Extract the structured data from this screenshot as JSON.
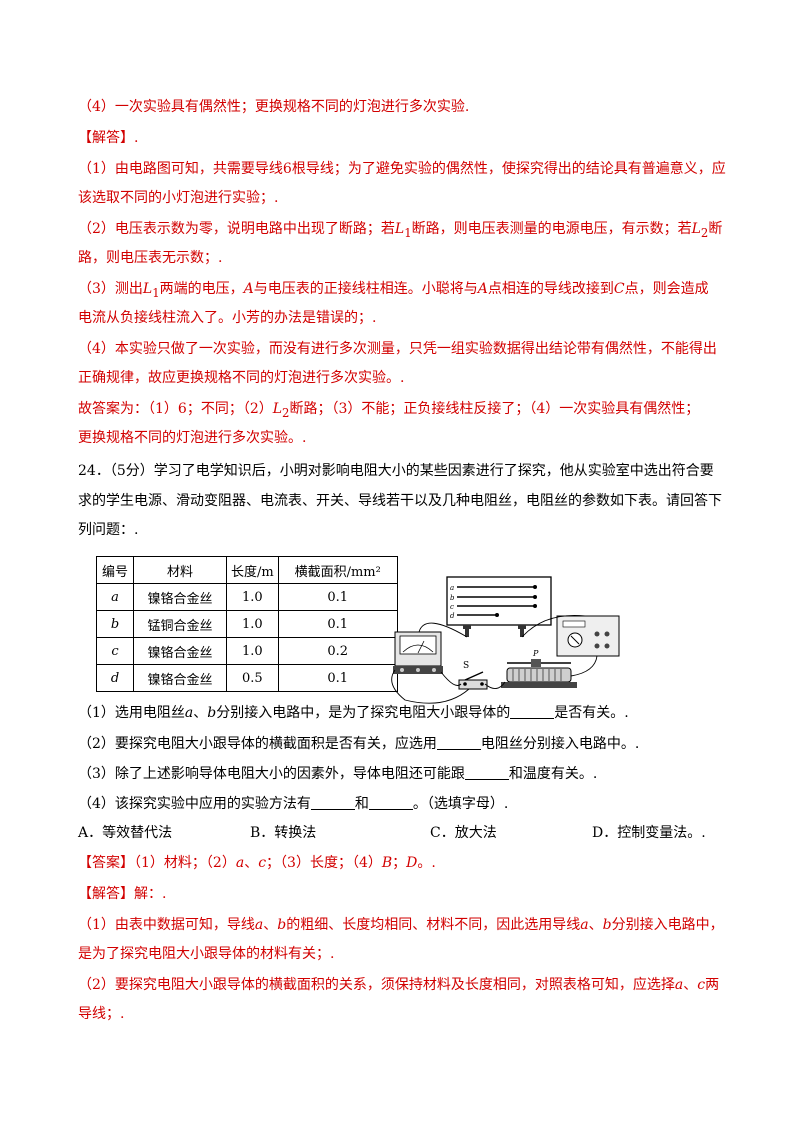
{
  "prev_question": {
    "item4": "（4）一次实验具有偶然性；更换规格不同的灯泡进行多次实验.",
    "analysis_label": "【解答】.",
    "a1_l1": "（1）由电路图可知，共需要导线6根导线；为了避免实验的偶然性，使探究得出的结论具有普遍意义，应",
    "a1_l2": "该选取不同的小灯泡进行实验；.",
    "a2_l1_a": "（2）电压表示数为零，说明电路中出现了断路；若",
    "a2_l1_b": "断路，则电压表测量的电源电压，有示数；若",
    "a2_l1_c": "断",
    "a2_l2": "路，则电压表无示数；.",
    "a3_l1_a": "（3）测出",
    "a3_l1_b": "两端的电压，",
    "a3_l1_c": "与电压表的正接线柱相连。小聪将与",
    "a3_l1_d": "点相连的导线改接到",
    "a3_l1_e": "点，则会造成",
    "a3_l2": "电流从负接线柱流入了。小芳的办法是错误的；.",
    "a4_l1": "（4）本实验只做了一次实验，而没有进行多次测量，只凭一组实验数据得出结论带有偶然性，不能得出",
    "a4_l2": "正确规律，故应更换规格不同的灯泡进行多次实验。.",
    "final_l1_a": "故答案为：（1）6；不同；（2）",
    "final_l1_b": "断路；（3）不能；正负接线柱反接了；（4）一次实验具有偶然性；",
    "final_l2": "更换规格不同的灯泡进行多次实验。.",
    "L": "L",
    "sub1": "1",
    "sub2": "2",
    "A": "A",
    "C": "C"
  },
  "question24": {
    "stem_l1": "24．（5分）学习了电学知识后，小明对影响电阻大小的某些因素进行了探究，他从实验室中选出符合要",
    "stem_l2": "求的学生电源、滑动变阻器、电流表、开关、导线若干以及几种电阻丝，电阻丝的参数如下表。请回答下",
    "stem_l3": "列问题：.",
    "table": {
      "headers": [
        "编号",
        "材料",
        "长度/m",
        "横截面积/mm²"
      ],
      "rows": [
        [
          "a",
          "镍铬合金丝",
          "1.0",
          "0.1"
        ],
        [
          "b",
          "锰铜合金丝",
          "1.0",
          "0.1"
        ],
        [
          "c",
          "镍铬合金丝",
          "1.0",
          "0.2"
        ],
        [
          "d",
          "镍铬合金丝",
          "0.5",
          "0.1"
        ]
      ]
    },
    "figure_labels": {
      "wire_a": "a",
      "wire_b": "b",
      "wire_c": "c",
      "wire_d": "d",
      "switch": "S",
      "slider": "P"
    },
    "q1_a": "（1）选用电阻丝",
    "q1_b": "、",
    "q1_c": "分别接入电路中，是为了探究电阻大小跟导体的",
    "q1_d": "是否有关。.",
    "q2_a": "（2）要探究电阻大小跟导体的横截面积是否有关，应选用",
    "q2_b": "电阻丝分别接入电路中。.",
    "q3_a": "（3）除了上述影响导体电阻大小的因素外，导体电阻还可能跟",
    "q3_b": "和温度有关。.",
    "q4_a": "（4）该探究实验中应用的实验方法有",
    "q4_b": "和",
    "q4_c": "。（选填字母）.",
    "options": [
      "A．等效替代法",
      "B．转换法",
      "C．放大法",
      "D．控制变量法。."
    ],
    "answer_label": "【答案】",
    "answer_a": "（1）材料；（2）",
    "answer_b": "、",
    "answer_c": "；（3）长度；（4）",
    "answer_d": "；",
    "answer_e": "。.",
    "B": "B",
    "D": "D",
    "analysis_label": "【解答】解：.",
    "s1_l1_a": "（1）由表中数据可知，导线",
    "s1_l1_b": "、",
    "s1_l1_c": "的粗细、长度均相同、材料不同，因此选用导线",
    "s1_l1_d": "、",
    "s1_l1_e": "分别接入电路中，",
    "s1_l2": "是为了探究电阻大小跟导体的材料有关；.",
    "s2_l1_a": "（2）要探究电阻大小跟导体的横截面积的关系，须保持材料及长度相同，对照表格可知，应选择",
    "s2_l1_b": "、",
    "s2_l1_c": "两",
    "s2_l2": "导线；.",
    "a": "a",
    "b": "b",
    "c": "c"
  }
}
